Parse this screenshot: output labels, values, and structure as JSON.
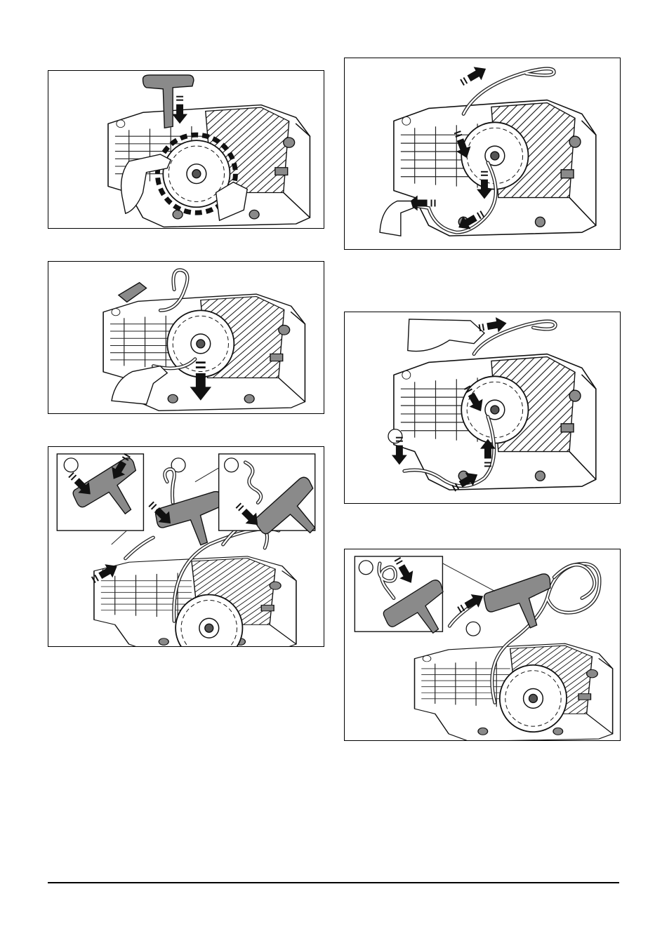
{
  "figures": [
    {
      "id": "fig-1",
      "description_icon": "starter-pulley-wind-handle"
    },
    {
      "id": "fig-2",
      "description_icon": "starter-rope-pull-down"
    },
    {
      "id": "fig-3",
      "description_icon": "rope-handle-knot-detail"
    },
    {
      "id": "fig-4",
      "description_icon": "rope-route-around-pulley"
    },
    {
      "id": "fig-5",
      "description_icon": "rope-pull-through-guide"
    },
    {
      "id": "fig-6",
      "description_icon": "rope-knot-into-handle"
    }
  ],
  "colors": {
    "line": "#111111",
    "grey": "#8a8a8a",
    "rope": "#222222"
  }
}
